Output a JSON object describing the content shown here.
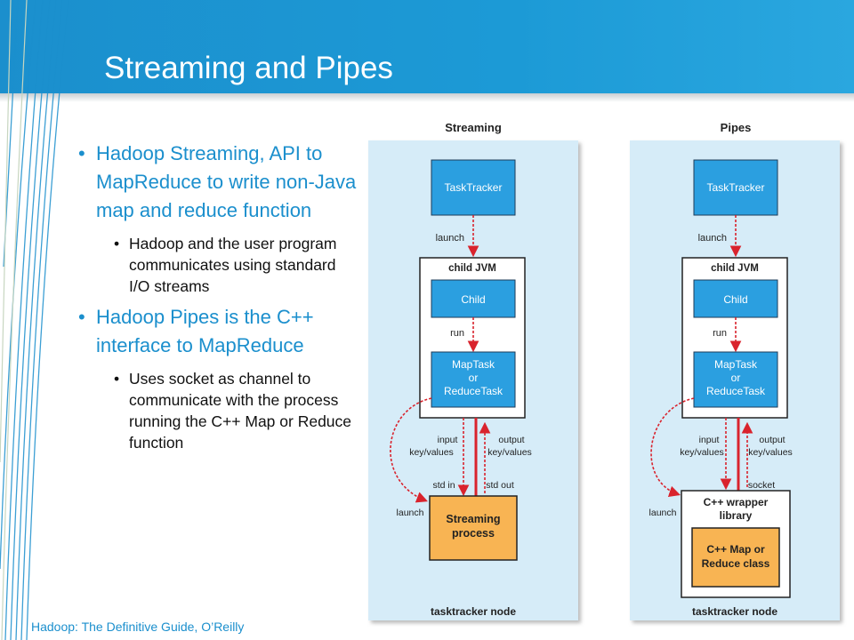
{
  "slide": {
    "title": "Streaming and Pipes",
    "source": "Hadoop: The Definitive Guide, O’Reilly"
  },
  "bullets": {
    "b1": "Hadoop Streaming, API to MapReduce to write non-Java map and reduce function",
    "b1_sub": "Hadoop and the user program communicates using standard I/O streams",
    "b2": "Hadoop Pipes is the C++ interface to MapReduce",
    "b2_sub": "Uses socket as channel to communicate with the process running the C++ Map or Reduce function"
  },
  "diagram": {
    "colors": {
      "panel": "#d6ecf8",
      "box_blue": "#2b9fe0",
      "box_orange": "#f8b453",
      "arrow_red": "#d9232d",
      "jvm_box": "#ffffff"
    },
    "streaming": {
      "heading": "Streaming",
      "tasktracker": "TaskTracker",
      "launch_1": "launch",
      "child_jvm": "child JVM",
      "child": "Child",
      "run": "run",
      "maptask_1": "MapTask",
      "maptask_2": "or",
      "maptask_3": "ReduceTask",
      "input_1": "input",
      "input_2": "key/values",
      "output_1": "output",
      "output_2": "key/values",
      "std_in": "std in",
      "std_out": "std out",
      "launch_2": "launch",
      "process_1": "Streaming",
      "process_2": "process",
      "node": "tasktracker node"
    },
    "pipes": {
      "heading": "Pipes",
      "tasktracker": "TaskTracker",
      "launch_1": "launch",
      "child_jvm": "child JVM",
      "child": "Child",
      "run": "run",
      "maptask_1": "MapTask",
      "maptask_2": "or",
      "maptask_3": "ReduceTask",
      "input_1": "input",
      "input_2": "key/values",
      "output_1": "output",
      "output_2": "key/values",
      "socket": "socket",
      "launch_2": "launch",
      "wrapper_1": "C++ wrapper",
      "wrapper_2": "library",
      "class_1": "C++ Map or",
      "class_2": "Reduce class",
      "node": "tasktracker node"
    }
  }
}
